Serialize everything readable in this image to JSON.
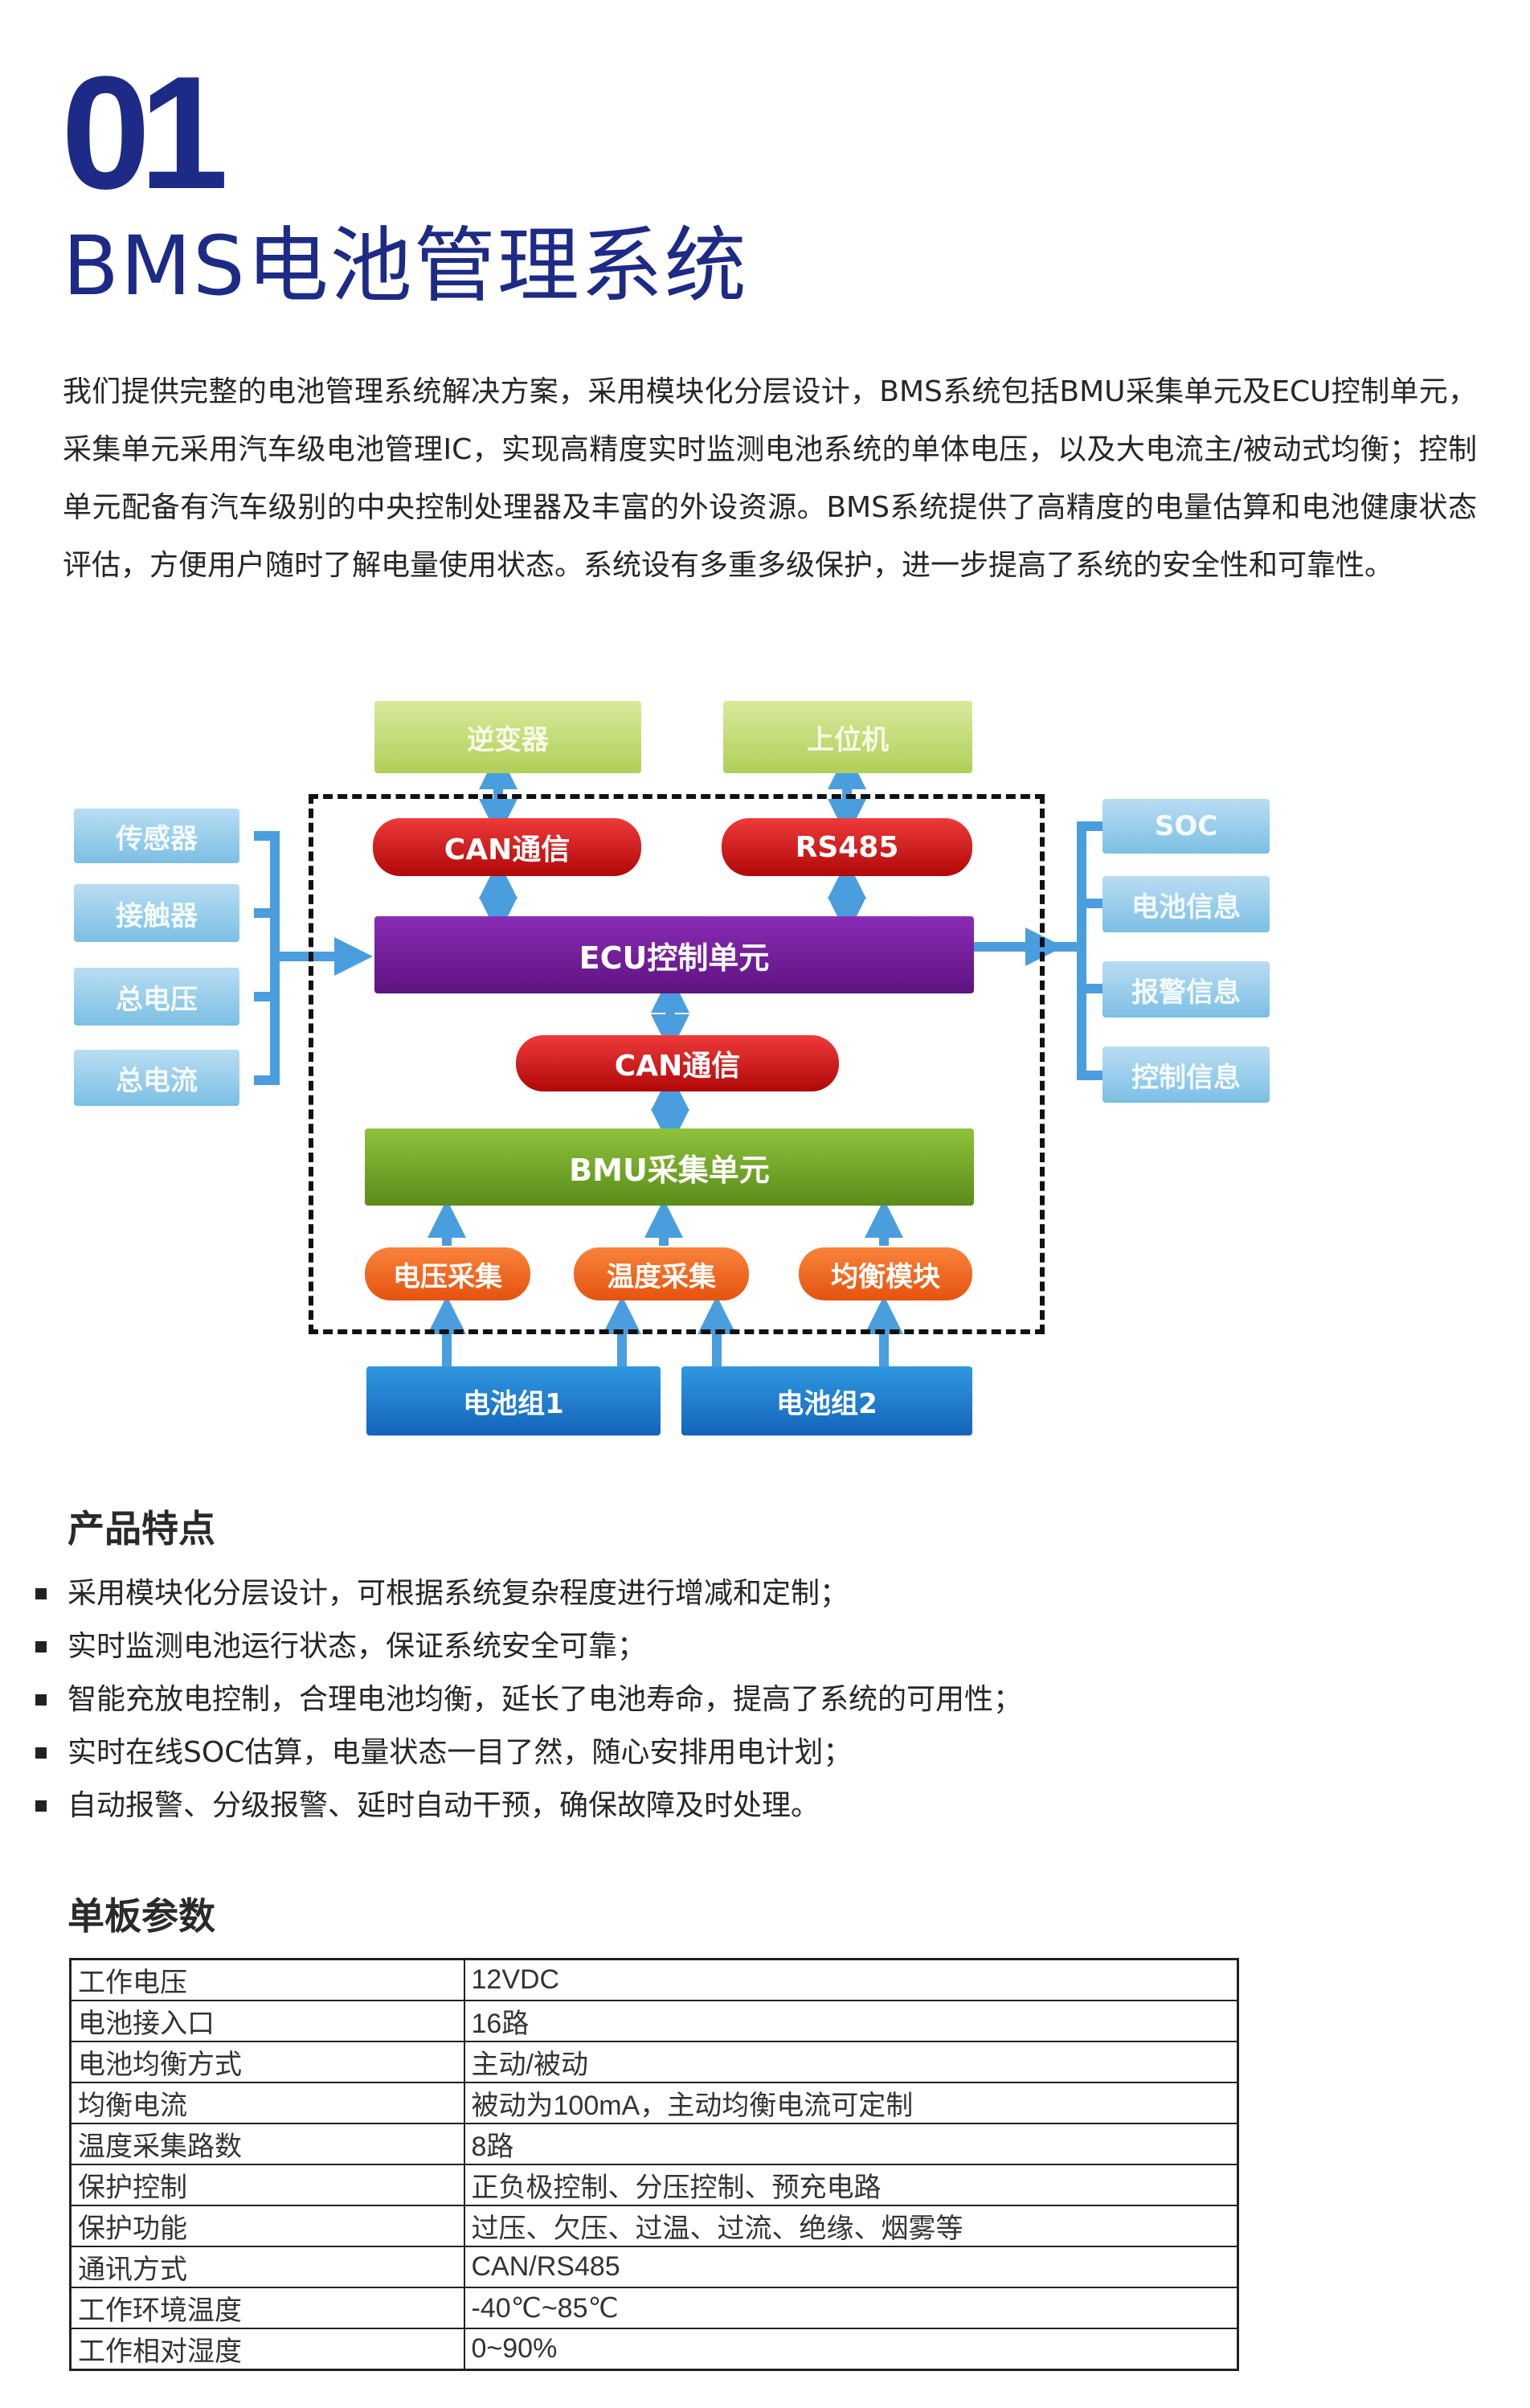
{
  "header": {
    "number": "01",
    "title": "BMS电池管理系统"
  },
  "intro": "我们提供完整的电池管理系统解决方案，采用模块化分层设计，BMS系统包括BMU采集单元及ECU控制单元，采集单元采用汽车级电池管理IC，实现高精度实时监测电池系统的单体电压，以及大电流主/被动式均衡；控制单元配备有汽车级别的中央控制处理器及丰富的外设资源。BMS系统提供了高精度的电量估算和电池健康状态评估，方便用户随时了解电量使用状态。系统设有多重多级保护，进一步提高了系统的安全性和可靠性。",
  "diagram": {
    "top": [
      "逆变器",
      "上位机"
    ],
    "left": [
      "传感器",
      "接触器",
      "总电压",
      "总电流"
    ],
    "right": [
      "SOC",
      "电池信息",
      "报警信息",
      "控制信息"
    ],
    "can_top": "CAN通信",
    "rs485": "RS485",
    "ecu": "ECU控制单元",
    "can_mid": "CAN通信",
    "bmu": "BMU采集单元",
    "modules": [
      "电压采集",
      "温度采集",
      "均衡模块"
    ],
    "packs": [
      "电池组1",
      "电池组2"
    ],
    "colors": {
      "light_blue": "#8ccbea",
      "light_green": "#c3dc73",
      "red": "#d01515",
      "purple": "#6f1b98",
      "green": "#76a82a",
      "orange": "#ee6a25",
      "blue": "#1f7fd0",
      "arrow": "#4a9ede"
    }
  },
  "features": {
    "heading": "产品特点",
    "items": [
      "采用模块化分层设计，可根据系统复杂程度进行增减和定制；",
      "实时监测电池运行状态，保证系统安全可靠；",
      "智能充放电控制，合理电池均衡，延长了电池寿命，提高了系统的可用性；",
      "实时在线SOC估算，电量状态一目了然，随心安排用电计划；",
      "自动报警、分级报警、延时自动干预，确保故障及时处理。"
    ]
  },
  "params": {
    "heading": "单板参数",
    "rows": [
      [
        "工作电压",
        "12VDC"
      ],
      [
        "电池接入口",
        "16路"
      ],
      [
        "电池均衡方式",
        "主动/被动"
      ],
      [
        "均衡电流",
        "被动为100mA，主动均衡电流可定制"
      ],
      [
        "温度采集路数",
        "8路"
      ],
      [
        "保护控制",
        "正负极控制、分压控制、预充电路"
      ],
      [
        "保护功能",
        "过压、欠压、过温、过流、绝缘、烟雾等"
      ],
      [
        "通讯方式",
        "CAN/RS485"
      ],
      [
        "工作环境温度",
        "-40℃~85℃"
      ],
      [
        "工作相对湿度",
        "0~90%"
      ]
    ]
  }
}
